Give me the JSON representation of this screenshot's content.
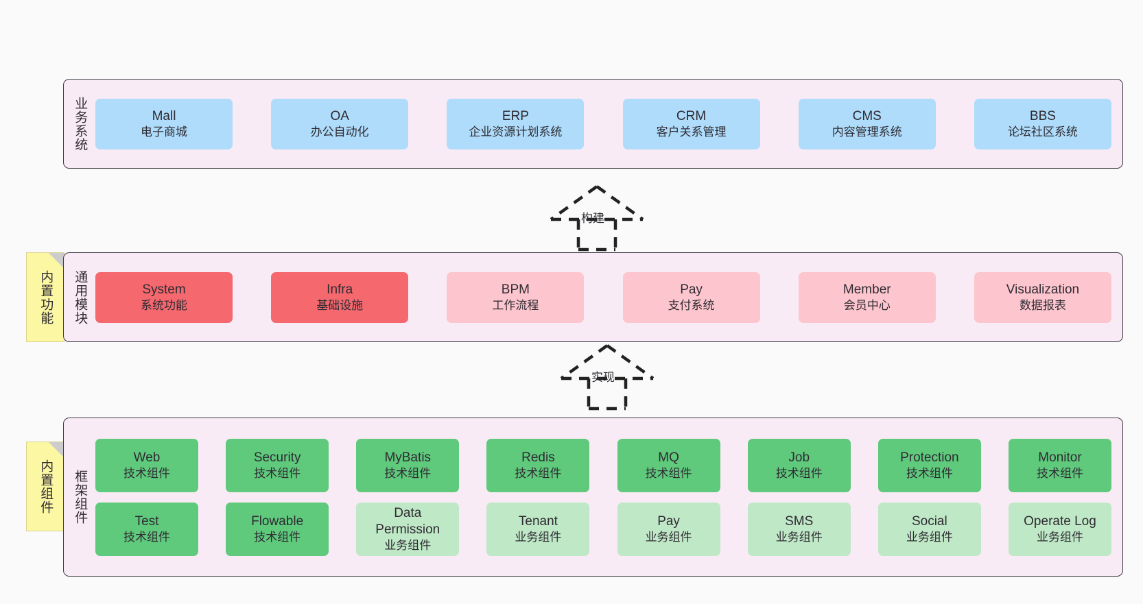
{
  "diagram": {
    "title": "",
    "colors": {
      "layer_bg": "#f9ebf5",
      "layer_border": "#3f3b44",
      "business_node": "#aedcfa",
      "module_primary": "#f4686e",
      "module_secondary": "#fdc6ce",
      "tech_component": "#5fc97c",
      "biz_component": "#bfe8c6",
      "sticky": "#fbf7a3",
      "canvas": "#fafafa"
    }
  },
  "layers": {
    "business": {
      "title": "业务系统",
      "nodes": [
        {
          "name": "Mall",
          "desc": "电子商城"
        },
        {
          "name": "OA",
          "desc": "办公自动化"
        },
        {
          "name": "ERP",
          "desc": "企业资源计划系统"
        },
        {
          "name": "CRM",
          "desc": "客户关系管理"
        },
        {
          "name": "CMS",
          "desc": "内容管理系统"
        },
        {
          "name": "BBS",
          "desc": "论坛社区系统"
        }
      ]
    },
    "common": {
      "title": "通用模块",
      "sticky": "内置功能",
      "nodes": [
        {
          "name": "System",
          "desc": "系统功能",
          "kind": "primary"
        },
        {
          "name": "Infra",
          "desc": "基础设施",
          "kind": "primary"
        },
        {
          "name": "BPM",
          "desc": "工作流程",
          "kind": "secondary"
        },
        {
          "name": "Pay",
          "desc": "支付系统",
          "kind": "secondary"
        },
        {
          "name": "Member",
          "desc": "会员中心",
          "kind": "secondary"
        },
        {
          "name": "Visualization",
          "desc": "数据报表",
          "kind": "secondary"
        }
      ]
    },
    "framework": {
      "title": "框架组件",
      "sticky": "内置组件",
      "row1": [
        {
          "name": "Web",
          "desc": "技术组件",
          "kind": "tech"
        },
        {
          "name": "Security",
          "desc": "技术组件",
          "kind": "tech"
        },
        {
          "name": "MyBatis",
          "desc": "技术组件",
          "kind": "tech"
        },
        {
          "name": "Redis",
          "desc": "技术组件",
          "kind": "tech"
        },
        {
          "name": "MQ",
          "desc": "技术组件",
          "kind": "tech"
        },
        {
          "name": "Job",
          "desc": "技术组件",
          "kind": "tech"
        },
        {
          "name": "Protection",
          "desc": "技术组件",
          "kind": "tech"
        },
        {
          "name": "Monitor",
          "desc": "技术组件",
          "kind": "tech"
        }
      ],
      "row2": [
        {
          "name": "Test",
          "desc": "技术组件",
          "kind": "tech"
        },
        {
          "name": "Flowable",
          "desc": "技术组件",
          "kind": "tech"
        },
        {
          "name": "Data",
          "name2": "Permission",
          "desc": "业务组件",
          "kind": "biz"
        },
        {
          "name": "Tenant",
          "desc": "业务组件",
          "kind": "biz"
        },
        {
          "name": "Pay",
          "desc": "业务组件",
          "kind": "biz"
        },
        {
          "name": "SMS",
          "desc": "业务组件",
          "kind": "biz"
        },
        {
          "name": "Social",
          "desc": "业务组件",
          "kind": "biz"
        },
        {
          "name": "Operate Log",
          "desc": "业务组件",
          "kind": "biz"
        }
      ]
    }
  },
  "connectors": [
    {
      "id": "build",
      "label": "构建",
      "style": "dashed-generalization",
      "direction": "up"
    },
    {
      "id": "implement",
      "label": "实现",
      "style": "dashed-generalization",
      "direction": "up"
    }
  ]
}
